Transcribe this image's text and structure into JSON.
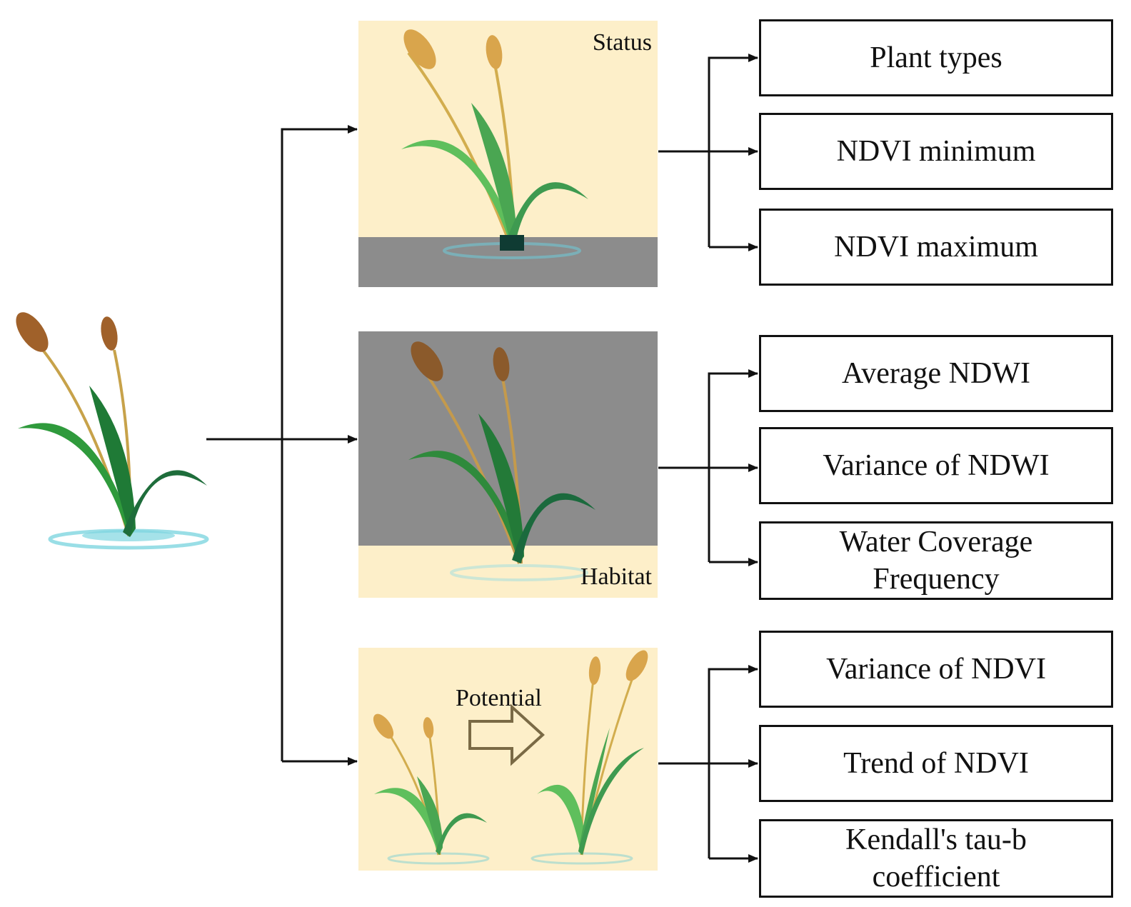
{
  "panels": {
    "status": "Status",
    "habitat": "Habitat",
    "potential": "Potential"
  },
  "status_indicators": [
    "Plant types",
    "NDVI minimum",
    "NDVI maximum"
  ],
  "habitat_indicators": [
    "Average NDWI",
    "Variance of NDWI",
    "Water Coverage\nFrequency"
  ],
  "potential_indicators": [
    "Variance of NDVI",
    "Trend of NDVI",
    "Kendall's tau-b\ncoefficient"
  ],
  "colors": {
    "panel_background": "#fdefc9",
    "water_band": "#8c8c8c",
    "leaf_green": "#2f9a3c",
    "cattail_brown": "#a0612a",
    "line": "#111111"
  }
}
